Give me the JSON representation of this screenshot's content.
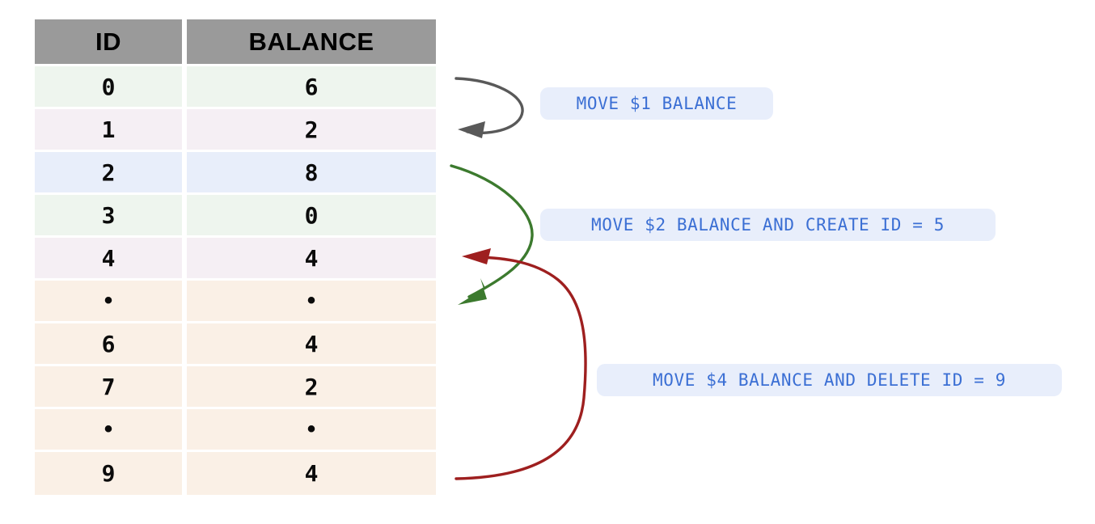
{
  "table": {
    "columns": [
      "ID",
      "BALANCE"
    ],
    "rows": [
      {
        "id": "0",
        "balance": "6",
        "tone": "bg-green",
        "kind": "data"
      },
      {
        "id": "1",
        "balance": "2",
        "tone": "bg-pink",
        "kind": "data"
      },
      {
        "id": "2",
        "balance": "8",
        "tone": "bg-blue",
        "kind": "data"
      },
      {
        "id": "3",
        "balance": "0",
        "tone": "bg-green",
        "kind": "data"
      },
      {
        "id": "4",
        "balance": "4",
        "tone": "bg-pink",
        "kind": "data"
      },
      {
        "id": "•",
        "balance": "•",
        "tone": "bg-cream",
        "kind": "ellipsis"
      },
      {
        "id": "6",
        "balance": "4",
        "tone": "bg-cream",
        "kind": "data"
      },
      {
        "id": "7",
        "balance": "2",
        "tone": "bg-cream",
        "kind": "data"
      },
      {
        "id": "•",
        "balance": "•",
        "tone": "bg-cream",
        "kind": "ellipsis"
      },
      {
        "id": "9",
        "balance": "4",
        "tone": "bg-cream",
        "kind": "data"
      }
    ],
    "header_color": "#9a9a9a"
  },
  "annotations": [
    {
      "id": "pill-1",
      "label": "MOVE $1 BALANCE"
    },
    {
      "id": "pill-2",
      "label": "MOVE $2 BALANCE AND CREATE ID = 5"
    },
    {
      "id": "pill-3",
      "label": "MOVE $4 BALANCE AND DELETE ID = 9"
    }
  ],
  "arrows": [
    {
      "name": "gray-arrow",
      "color": "#595959",
      "from_row": "0",
      "to_row": "1"
    },
    {
      "name": "green-arrow",
      "color": "#3c7a2e",
      "from_row": "2",
      "to_row": "•"
    },
    {
      "name": "red-arrow",
      "color": "#9e1f1f",
      "from_row": "9",
      "to_row": "4"
    }
  ]
}
